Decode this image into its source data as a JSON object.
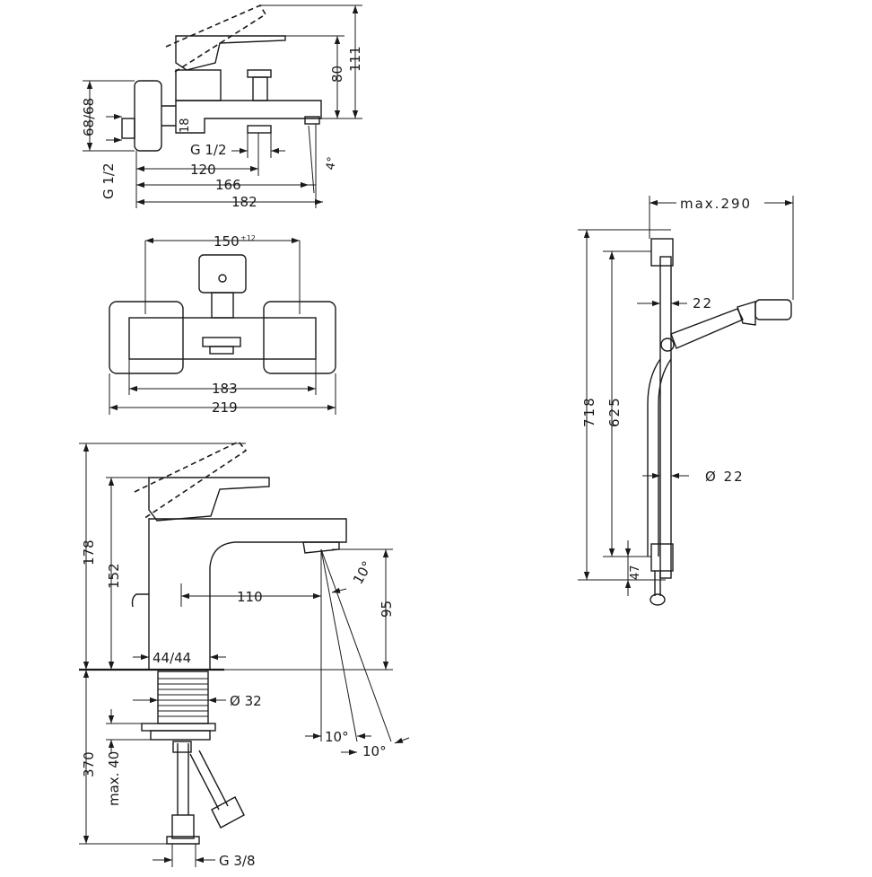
{
  "bath_mixer": {
    "dims": {
      "h111": "111",
      "h80": "80",
      "h68": "68/68",
      "g12_side": "G 1/2",
      "d18": "18",
      "g12_bottom": "G 1/2",
      "w120": "120",
      "w166": "166",
      "w182": "182",
      "angle4": "4°"
    }
  },
  "bath_mixer_top": {
    "dims": {
      "w150": "150",
      "tol": "±12",
      "w183": "183",
      "w219": "219"
    }
  },
  "basin_mixer": {
    "dims": {
      "h178": "178",
      "h152": "152",
      "w110": "110",
      "h95": "95",
      "a10_top": "10°",
      "w44": "44/44",
      "d32": "Ø 32",
      "h370": "370",
      "max40": "max. 40",
      "a10_a": "10°",
      "a10_b": "10°",
      "g38": "G 3/8"
    }
  },
  "shower_set": {
    "dims": {
      "max290": "max.290",
      "h718": "718",
      "h625": "625",
      "d22a": "22",
      "d22b": "Ø 22",
      "h47": "47"
    }
  }
}
